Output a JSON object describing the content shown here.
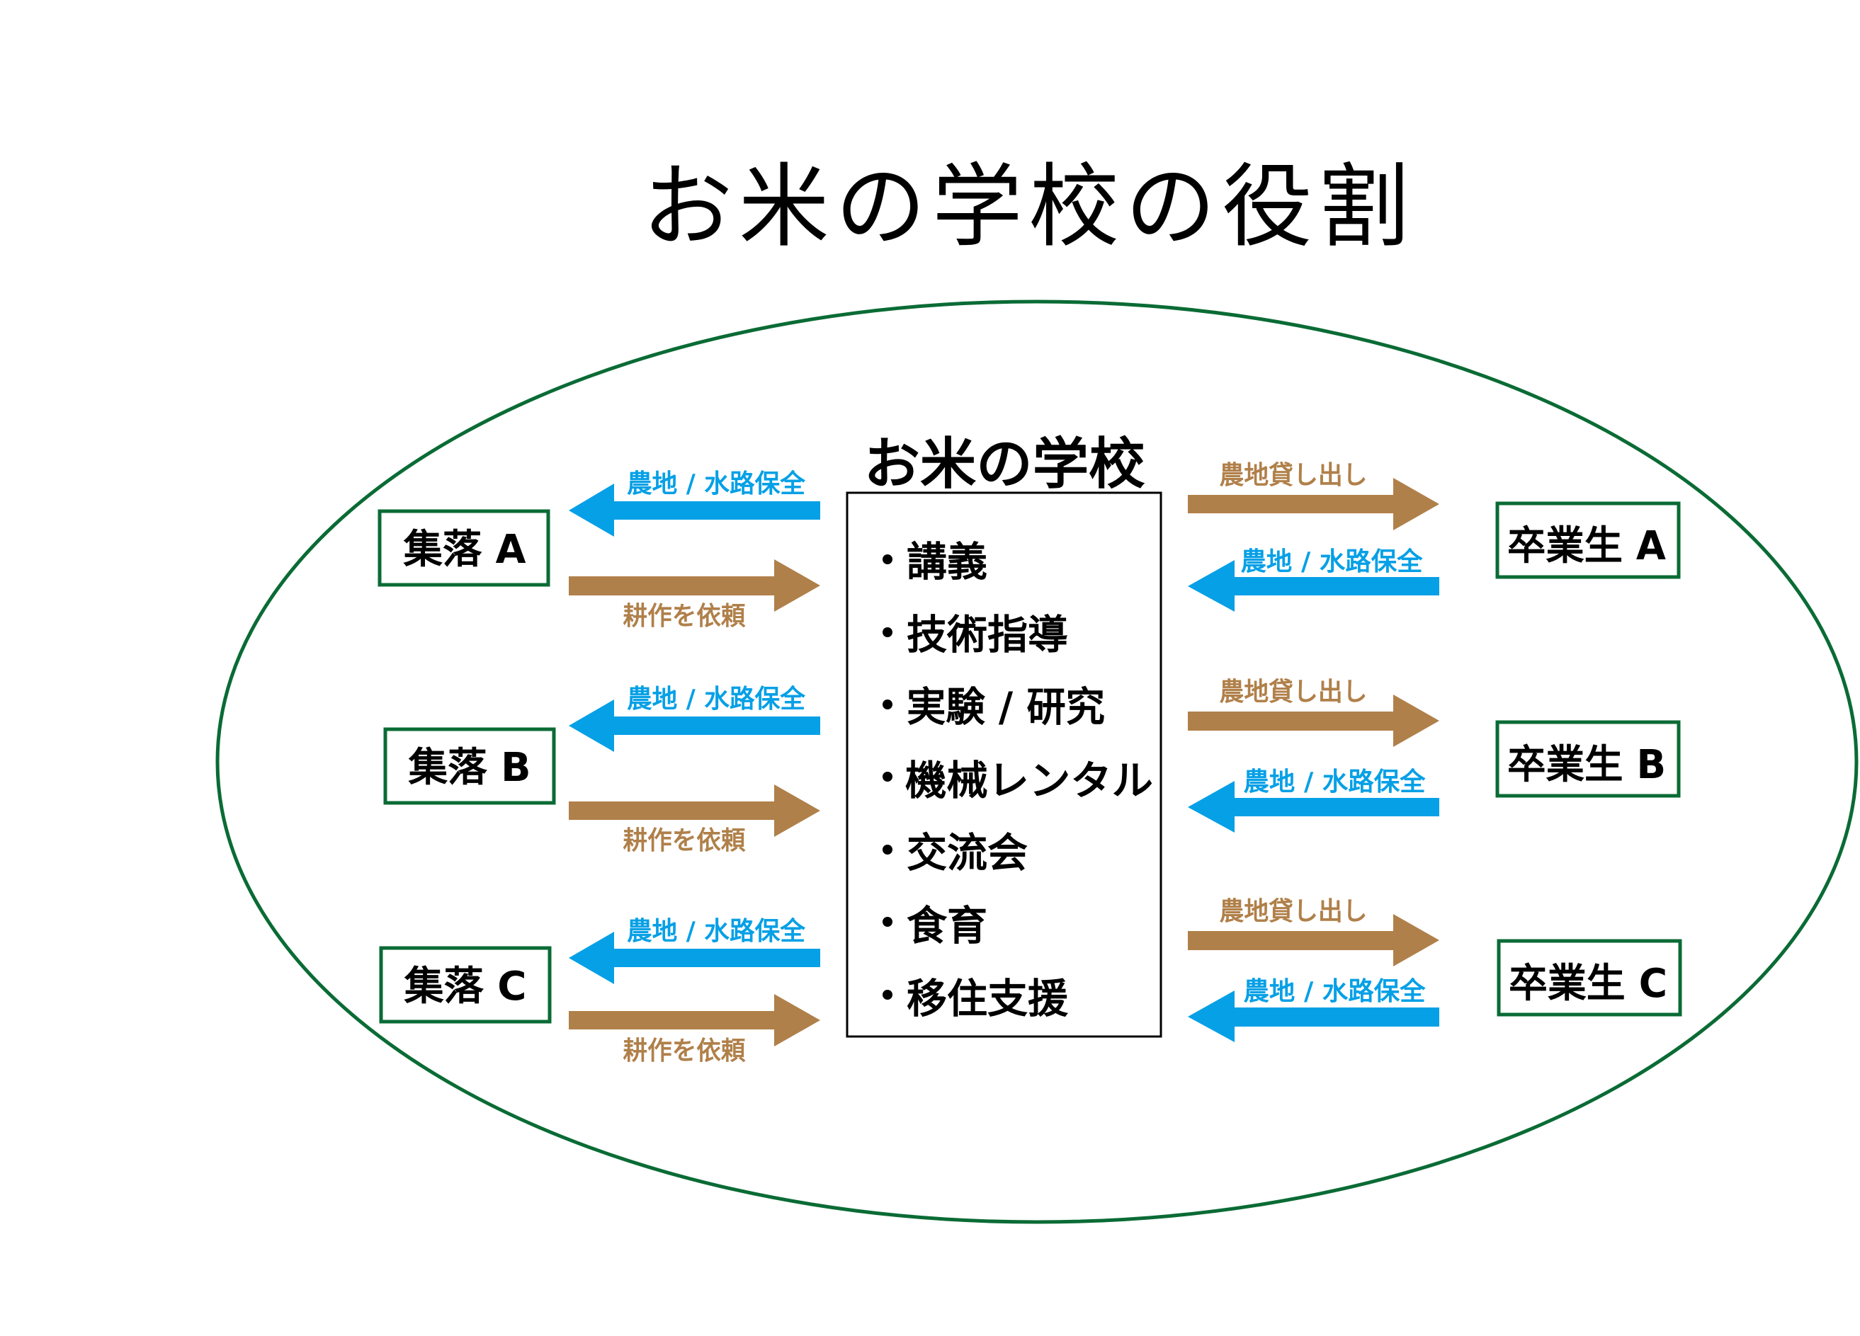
{
  "title": "お米の学校の役割",
  "colors": {
    "ellipse": "#0a6b35",
    "node_border": "#0a6b35",
    "blue_arrow": "#06a0e6",
    "brown_arrow": "#b0804a",
    "text": "#000000"
  },
  "school": {
    "heading": "お米の学校",
    "items": [
      "講義",
      "技術指導",
      "実験 / 研究",
      "機械レンタル",
      "交流会",
      "食育",
      "移住支援"
    ]
  },
  "villages": [
    {
      "label": "集落 A",
      "to_village": "農地 / 水路保全",
      "to_school": "耕作を依頼"
    },
    {
      "label": "集落 B",
      "to_village": "農地 / 水路保全",
      "to_school": "耕作を依頼"
    },
    {
      "label": "集落 C",
      "to_village": "農地 / 水路保全",
      "to_school": "耕作を依頼"
    }
  ],
  "graduates": [
    {
      "label": "卒業生 A",
      "to_graduate": "農地貸し出し",
      "to_school": "農地 / 水路保全"
    },
    {
      "label": "卒業生 B",
      "to_graduate": "農地貸し出し",
      "to_school": "農地 / 水路保全"
    },
    {
      "label": "卒業生 C",
      "to_graduate": "農地貸し出し",
      "to_school": "農地 / 水路保全"
    }
  ]
}
